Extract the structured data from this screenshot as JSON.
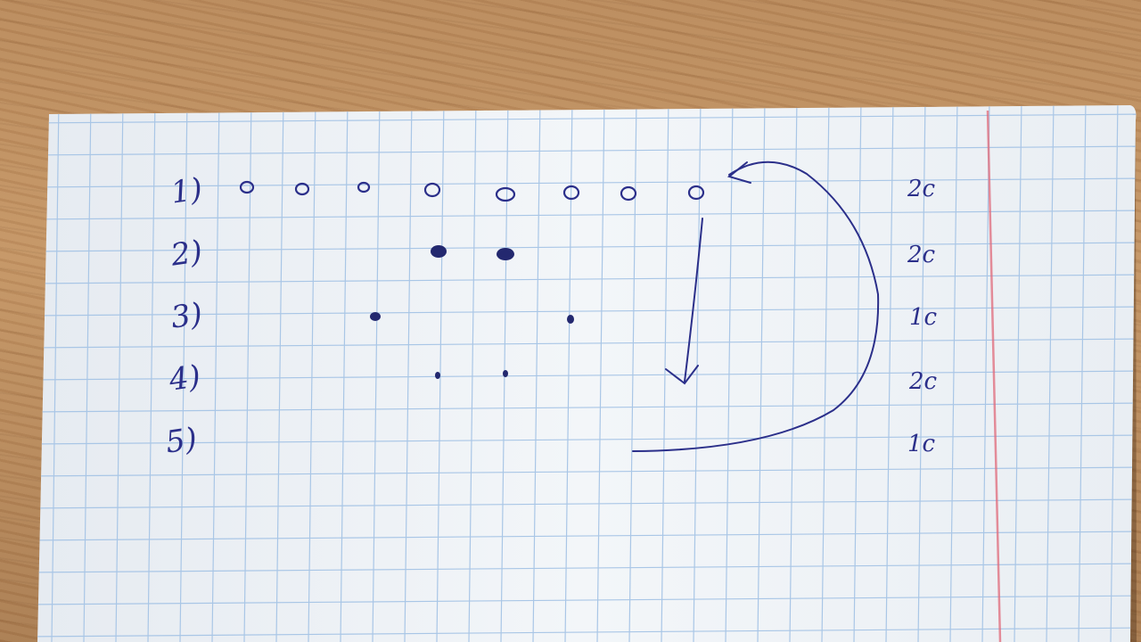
{
  "scene": {
    "description_tag": "photo",
    "table_color": "#b98a5c",
    "paper_color": "#eef2f6",
    "grid_color": "#a9c6e6",
    "margin_line_color": "#e06a7a",
    "ink_color": "#2b2f8a"
  },
  "rows": [
    {
      "label": "1)",
      "cost": "2c",
      "marks": "hollow-circles",
      "count": 8
    },
    {
      "label": "2)",
      "cost": "2c",
      "marks": "filled-dots",
      "count": 2
    },
    {
      "label": "3)",
      "cost": "1c",
      "marks": "filled-dots",
      "count": 2
    },
    {
      "label": "4)",
      "cost": "2c",
      "marks": "small-dots",
      "count": 2
    },
    {
      "label": "5)",
      "cost": "1c",
      "marks": "none",
      "count": 0
    }
  ],
  "annotations": {
    "down_arrow": "arrow-down-icon",
    "return_curve": "curved-arrow-icon"
  }
}
